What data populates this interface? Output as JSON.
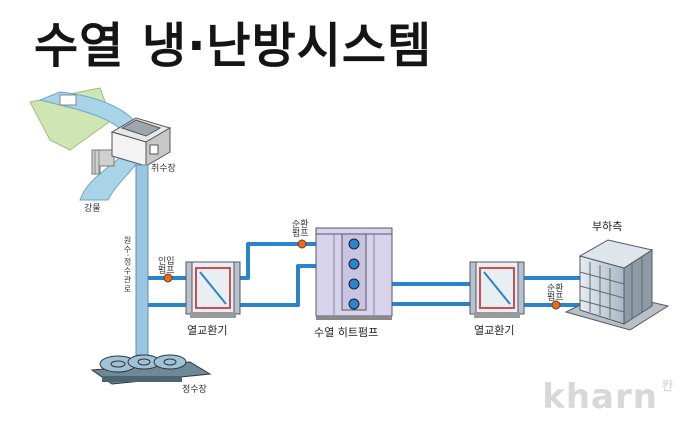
{
  "title": "수열 냉·난방시스템",
  "labels": {
    "intake_station": "취수장",
    "river_water": "강물",
    "raw_water_pipe": "원수·정수관로",
    "inflow_pump": "인입\n펌프",
    "circulation_pump_1": "순환\n펌프",
    "circulation_pump_2": "순환\n펌프",
    "heat_exchanger_1": "열교환기",
    "heat_pump": "수열 히트펌프",
    "heat_exchanger_2": "열교환기",
    "load_side": "부하측",
    "water_treatment_plant": "정수장"
  },
  "watermark": {
    "text": "kharn",
    "suffix": "칸"
  },
  "colors": {
    "pipe": "#2a84c9",
    "tower": "#9bc6e2",
    "pump": "#e07020",
    "heatpump": "#d7d3ea",
    "building": "#c9d4dc"
  }
}
